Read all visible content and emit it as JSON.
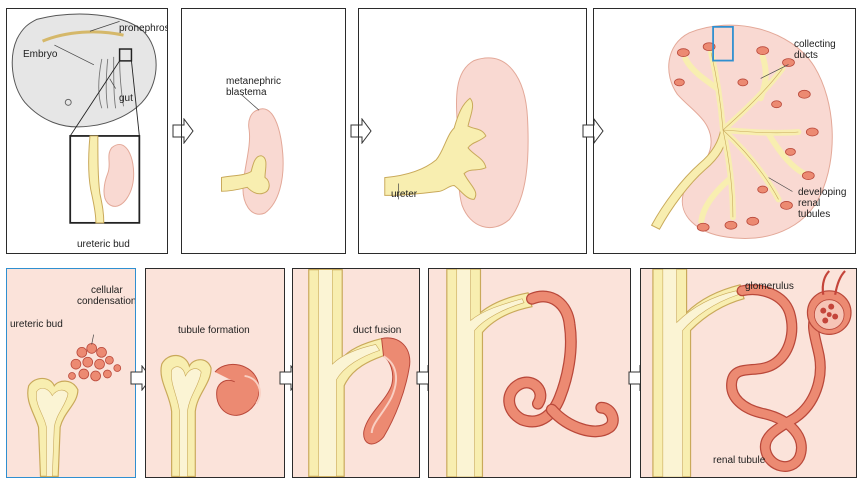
{
  "top_panels": [
    {
      "labels": {
        "pronephros": "pronephros",
        "embryo": "Embryo",
        "gut": "gut",
        "ureteric_bud": "ureteric bud"
      }
    },
    {
      "labels": {
        "metanephric_blastema_1": "metanephric",
        "metanephric_blastema_2": "blastema"
      }
    },
    {
      "labels": {
        "ureter": "ureter"
      }
    },
    {
      "labels": {
        "collecting_ducts_1": "collecting",
        "collecting_ducts_2": "ducts",
        "developing_tubules_1": "developing",
        "developing_tubules_2": "renal",
        "developing_tubules_3": "tubules"
      }
    }
  ],
  "bottom_panels": [
    {
      "labels": {
        "ureteric_bud": "ureteric bud",
        "cellular_1": "cellular",
        "cellular_2": "condensation"
      }
    },
    {
      "labels": {
        "tubule_formation": "tubule formation"
      }
    },
    {
      "labels": {
        "duct_fusion": "duct fusion"
      }
    },
    {
      "labels": {}
    },
    {
      "labels": {
        "glomerulus": "glomerulus",
        "renal_tubule": "renal tubule"
      }
    }
  ],
  "colors": {
    "duct_fill": "#f8eeb0",
    "duct_stroke": "#c9a95a",
    "tubule_fill": "#ec8a72",
    "tubule_stroke": "#b9483a",
    "blastema": "#f9d9d2",
    "panel_bg_bottom": "#fbe3da",
    "highlight": "#2f8fd0"
  }
}
